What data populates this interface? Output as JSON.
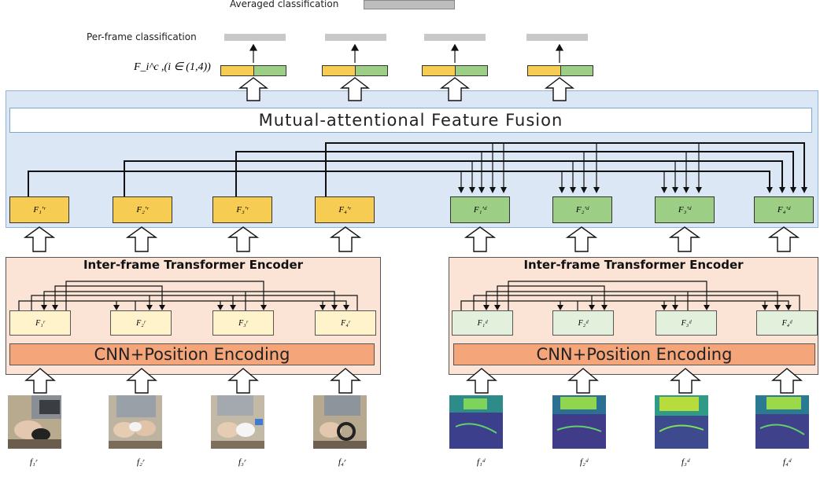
{
  "top": {
    "averaged_label": "Averaged classification",
    "per_frame_label": "Per-frame classification",
    "fused_feature_label": "F_i^c ,(i ∈ (1,4))"
  },
  "fusion": {
    "title": "Mutual-attentional Feature Fusion",
    "rgb_features": [
      "F₁'ʳ",
      "F₂'ʳ",
      "F₃'ʳ",
      "F₄'ʳ"
    ],
    "depth_features": [
      "F₁'ᵈ",
      "F₂'ᵈ",
      "F₃'ᵈ",
      "F₄'ᵈ"
    ]
  },
  "rgb_encoder": {
    "title": "Inter-frame Transformer Encoder",
    "features": [
      "F₁ʳ",
      "F₂ʳ",
      "F₃ʳ",
      "F₄ʳ"
    ],
    "cnn_label": "CNN+Position Encoding",
    "frames": [
      "f₁ʳ",
      "f₂ʳ",
      "f₃ʳ",
      "f₄ʳ"
    ]
  },
  "depth_encoder": {
    "title": "Inter-frame Transformer Encoder",
    "features": [
      "F₁ᵈ",
      "F₂ᵈ",
      "F₃ᵈ",
      "F₄ᵈ"
    ],
    "cnn_label": "CNN+Position Encoding",
    "frames": [
      "f₁ᵈ",
      "f₂ᵈ",
      "f₃ᵈ",
      "f₄ᵈ"
    ]
  },
  "colors": {
    "rgb_feature": "#f7cc52",
    "depth_feature": "#9ccf85",
    "fusion_panel": "#dbe7f5",
    "encoder_panel": "#fbe4d6",
    "cnn_bar": "#f4a57a",
    "class_bar": "#c8c8c8"
  }
}
